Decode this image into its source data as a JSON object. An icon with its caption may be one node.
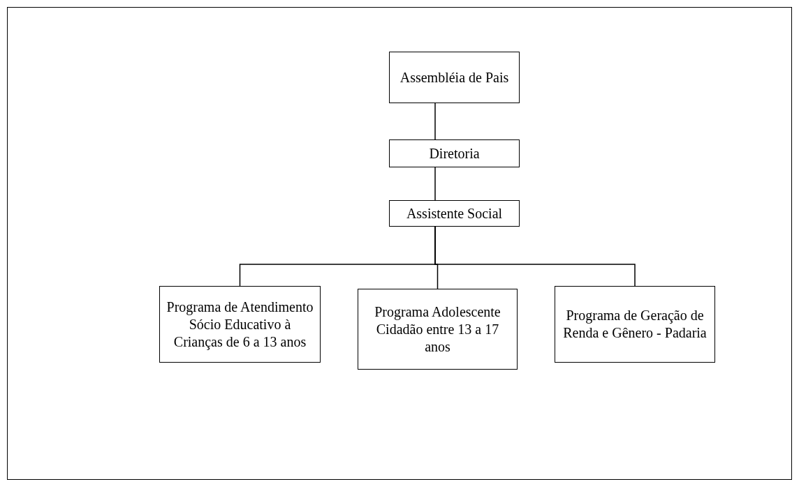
{
  "diagram": {
    "nodes": [
      {
        "text": [
          "Assembléia de Pais"
        ]
      },
      {
        "text": [
          "Diretoria"
        ]
      },
      {
        "text": [
          "Assistente Social"
        ]
      },
      {
        "text": [
          "Programa de Atendimento Sócio Educativo à Crianças de 6 a 13 anos"
        ]
      },
      {
        "text": [
          "Programa Adolescente Cidadão entre 13 a 17 anos"
        ]
      },
      {
        "text": [
          "Programa de Geração de Renda e Gênero - Padaria"
        ]
      }
    ],
    "edges": [
      {
        "from": 0,
        "to": 1,
        "arrow": "none"
      },
      {
        "from": 1,
        "to": 2,
        "arrow": "none"
      },
      {
        "from": 2,
        "to": 3,
        "arrow": "none"
      },
      {
        "from": 2,
        "to": 4,
        "arrow": "none"
      },
      {
        "from": 2,
        "to": 5,
        "arrow": "none"
      }
    ]
  }
}
